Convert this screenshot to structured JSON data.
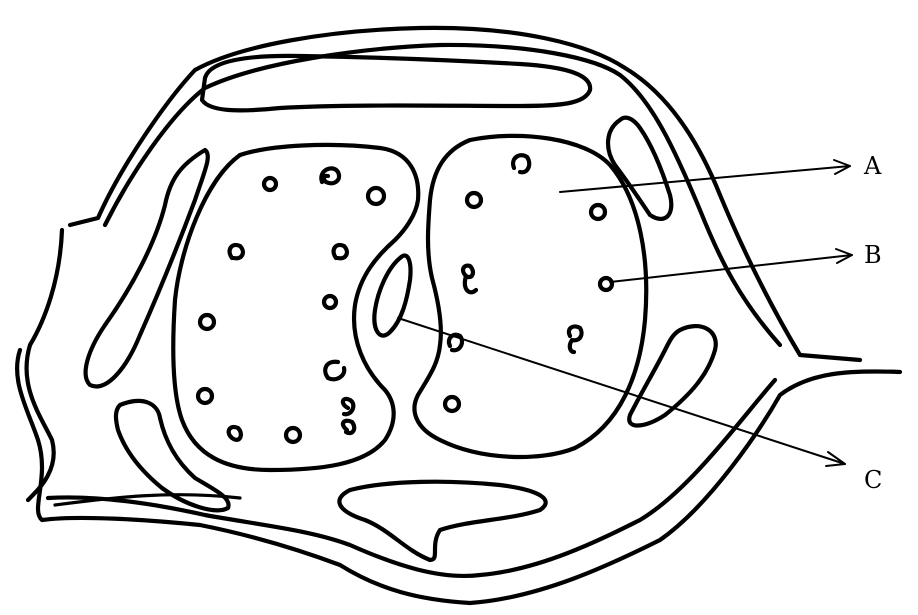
{
  "figure": {
    "labels": {
      "a": "A",
      "b": "B",
      "c": "C"
    }
  }
}
